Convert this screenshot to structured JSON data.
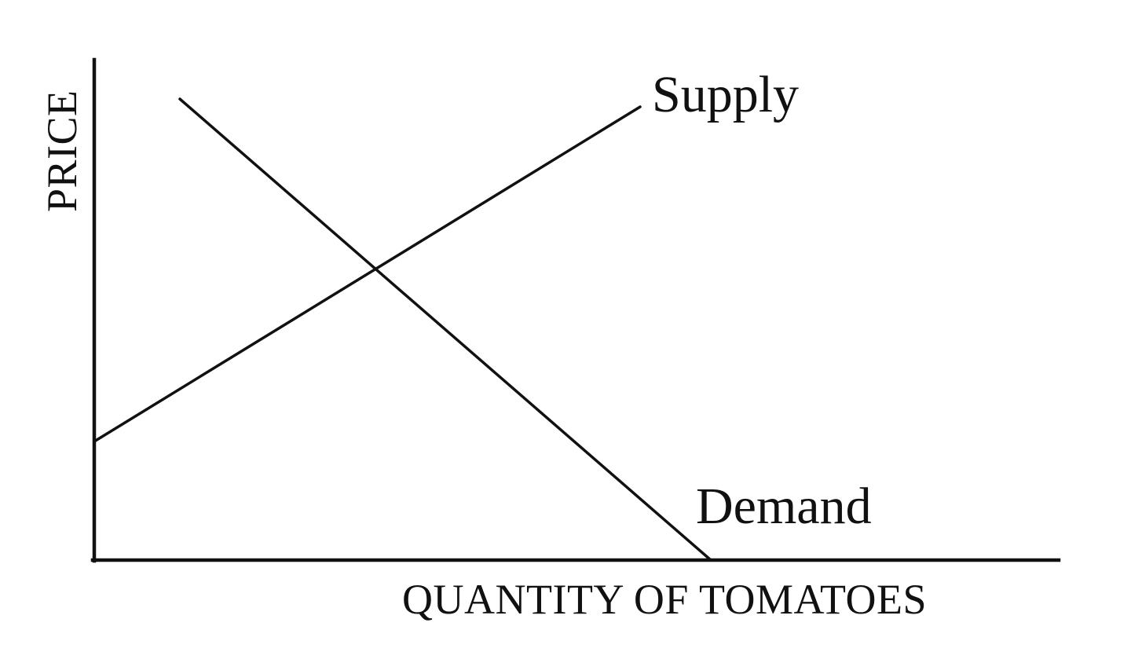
{
  "chart_data": {
    "type": "line",
    "title": "",
    "xlabel": "QUANTITY OF TOMATOES",
    "ylabel": "PRICE",
    "grid": false,
    "ticks": false,
    "xlim": [
      0,
      100
    ],
    "ylim": [
      0,
      100
    ],
    "series": [
      {
        "name": "Demand",
        "label": "Demand",
        "points": [
          [
            9,
            92
          ],
          [
            64,
            0
          ]
        ],
        "color": "#111111"
      },
      {
        "name": "Supply",
        "label": "Supply",
        "points": [
          [
            0,
            24
          ],
          [
            56,
            91
          ]
        ],
        "color": "#111111"
      }
    ],
    "annotations": [
      {
        "text": "Supply",
        "at_end_of": "Supply"
      },
      {
        "text": "Demand",
        "at_end_of": "Demand"
      }
    ],
    "equilibrium_point_approx": [
      29,
      58
    ]
  },
  "colors": {
    "background": "#ffffff",
    "ink": "#111111"
  }
}
